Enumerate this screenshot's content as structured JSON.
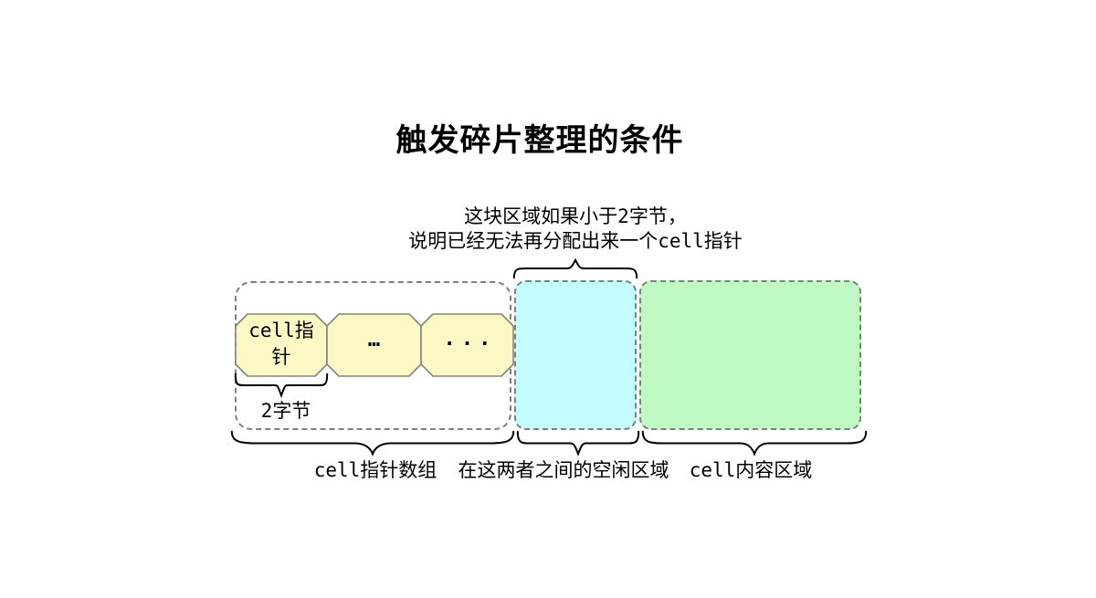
{
  "title": "触发碎片整理的条件",
  "annotation": {
    "line1": "这块区域如果小于2字节，",
    "line2": "说明已经无法再分配出来一个cell指针"
  },
  "array_region": {
    "cells": [
      {
        "label": "cell指针"
      },
      {
        "label": "…"
      },
      {
        "label": "···"
      }
    ],
    "byte_width_label": "2字节",
    "caption": "cell指针数组"
  },
  "free_region": {
    "caption": "在这两者之间的空闲区域"
  },
  "content_region": {
    "caption": "cell内容区域"
  },
  "colors": {
    "cell_fill": "#FBF8C5",
    "cell_border": "#85857B",
    "free_fill": "#C3FDFF",
    "content_fill": "#BFF9C4",
    "dashed_border": "#7F7F7F",
    "brace": "#000000",
    "text": "#000000"
  }
}
